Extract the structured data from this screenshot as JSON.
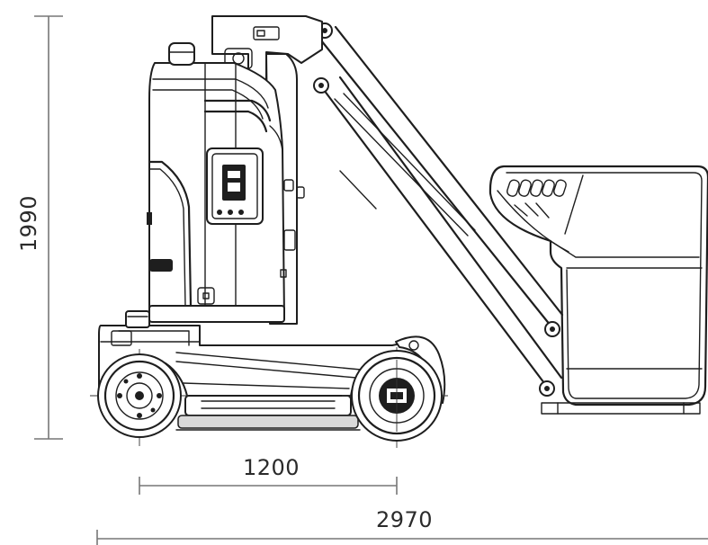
{
  "dimensions": {
    "height": "1990",
    "wheelbase": "1200",
    "overall_length": "2970"
  }
}
